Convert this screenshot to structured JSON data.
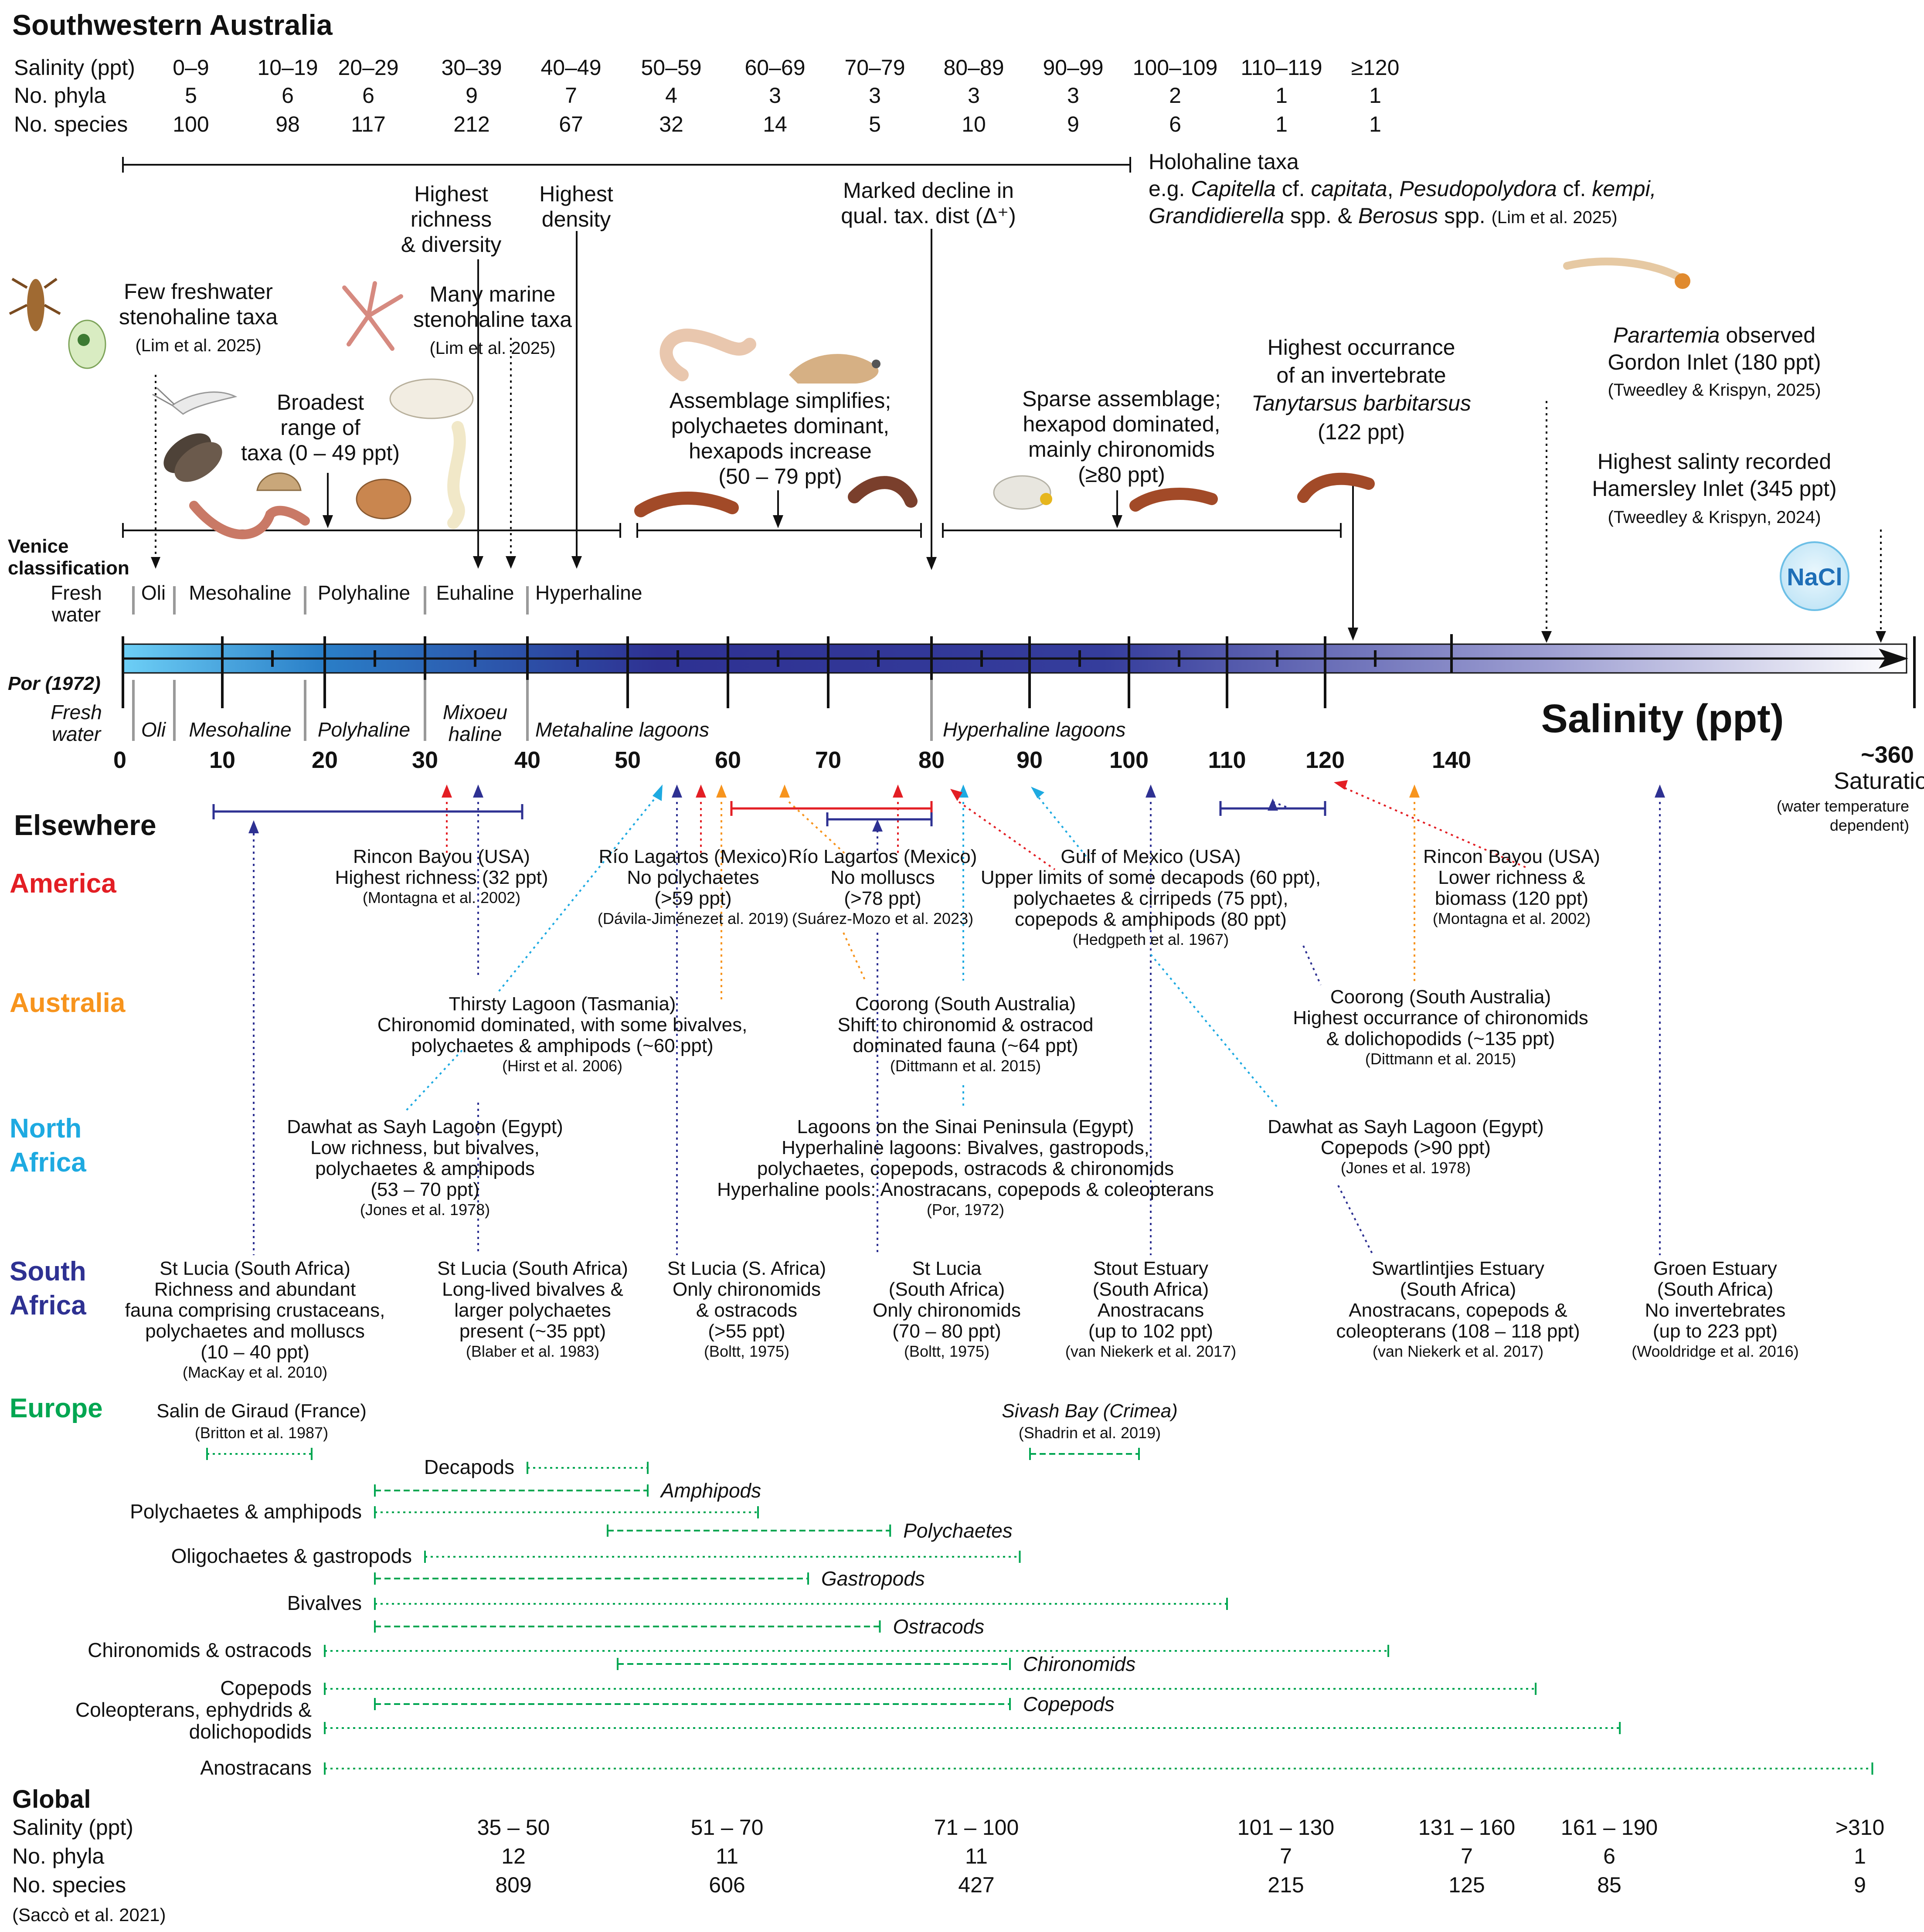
{
  "title": "Southwestern Australia",
  "swa_table": {
    "headers": [
      "Salinity (ppt)",
      "No. phyla",
      "No. species"
    ],
    "columns": [
      "0–9",
      "10–19",
      "20–29",
      "30–39",
      "40–49",
      "50–59",
      "60–69",
      "70–79",
      "80–89",
      "90–99",
      "100–109",
      "110–119",
      "≥120"
    ],
    "phyla": [
      "5",
      "6",
      "6",
      "9",
      "7",
      "4",
      "3",
      "3",
      "3",
      "3",
      "2",
      "1",
      "1"
    ],
    "species": [
      "100",
      "98",
      "117",
      "212",
      "67",
      "32",
      "14",
      "5",
      "10",
      "9",
      "6",
      "1",
      "1"
    ]
  },
  "holohaline": {
    "title": "Holohaline taxa",
    "l1_parts": [
      "e.g. ",
      "Capitella",
      " cf. ",
      "capitata",
      ", ",
      "Pesudopolydora",
      " cf. ",
      "kempi,"
    ],
    "l2_parts": [
      "Grandidierella",
      " spp. & ",
      "Berosus",
      " spp."
    ],
    "ref": "(Lim et al. 2025)"
  },
  "annotations": {
    "freshwater": [
      "Few freshwater",
      "stenohaline taxa"
    ],
    "freshwater_ref": "(Lim et al. 2025)",
    "broadest": [
      "Broadest",
      "range of",
      "taxa (0 – 49 ppt)"
    ],
    "richness": [
      "Highest",
      "richness",
      "& diversity"
    ],
    "density": [
      "Highest",
      "density"
    ],
    "marine": [
      "Many marine",
      "stenohaline  taxa"
    ],
    "marine_ref": "(Lim et al. 2025)",
    "decline": [
      "Marked decline in",
      "qual. tax. dist (Δ⁺)"
    ],
    "simplifies": [
      "Assemblage simplifies;",
      "polychaetes dominant,",
      "hexapods increase",
      "(50 – 79 ppt)"
    ],
    "sparse": [
      "Sparse assemblage;",
      "hexapod dominated,",
      "mainly chironomids",
      "(≥80 ppt)"
    ],
    "highest_occ_lines": [
      "Highest occurrance",
      "of an invertebrate"
    ],
    "highest_occ_species": "Tanytarsus barbitarsus",
    "highest_occ_value": "(122 ppt)",
    "parartemia_genus": "Parartemia",
    "parartemia_rest": " observed",
    "parartemia_site": "Gordon Inlet (180 ppt)",
    "parartemia_ref": "(Tweedley & Krispyn, 2025)",
    "highest_sal": [
      "Highest salinty  recorded",
      "Hamersley Inlet (345 ppt)"
    ],
    "highest_sal_ref": "(Tweedley & Krispyn, 2024)",
    "nacl": "NaCl"
  },
  "venice": {
    "label": [
      "Venice",
      "classification"
    ],
    "classes": [
      "Fresh",
      "water",
      "Oli",
      "Mesohaline",
      "Polyhaline",
      "Euhaline",
      "Hyperhaline"
    ]
  },
  "por": {
    "label": "Por (1972)",
    "classes": [
      "Fresh",
      "water",
      "Oli",
      "Mesohaline",
      "Polyhaline",
      "Mixoeu",
      "haline",
      "Metahaline lagoons",
      "Hyperhaline lagoons"
    ]
  },
  "axis": {
    "title": "Salinity (ppt)",
    "ticks": [
      "0",
      "10",
      "20",
      "30",
      "40",
      "50",
      "60",
      "70",
      "80",
      "90",
      "100",
      "110",
      "120",
      "140"
    ],
    "end_label": "~360",
    "saturation": "Saturation",
    "saturation_note": [
      "(water temperature",
      "dependent)"
    ]
  },
  "elsewhere": {
    "title": "Elsewhere",
    "regions": [
      {
        "name": "America",
        "color": "#e31e24"
      },
      {
        "name": "Australia",
        "color": "#f7941d"
      },
      {
        "name": "North Africa",
        "color": "#1eaae1"
      },
      {
        "name": "South Africa",
        "color": "#2e3192"
      },
      {
        "name": "Europe",
        "color": "#00a651"
      }
    ]
  },
  "studies": {
    "rincon1": {
      "lines": [
        "Rincon Bayou (USA)",
        "Highest richness (32 ppt)"
      ],
      "ref": "(Montagna et al. 2002)"
    },
    "lagartos1": {
      "lines": [
        "Río Lagartos (Mexico)",
        "No polychaetes",
        "(>59 ppt)"
      ],
      "ref": "(Dávila-Jiménezet al. 2019)"
    },
    "lagartos2": {
      "lines": [
        "Río Lagartos (Mexico)",
        "No molluscs",
        "(>78 ppt)"
      ],
      "ref": "(Suárez-Mozo et al. 2023)"
    },
    "gulf": {
      "lines": [
        "Gulf of Mexico (USA)",
        "Upper limits of some decapods (60 ppt),",
        "polychaetes & cirripeds (75 ppt),",
        "copepods & amphipods (80 ppt)"
      ],
      "ref": "(Hedgpeth et al. 1967)"
    },
    "rincon2": {
      "lines": [
        "Rincon Bayou (USA)",
        "Lower richness &",
        "biomass (120 ppt)"
      ],
      "ref": "(Montagna et al. 2002)"
    },
    "thirsty": {
      "lines": [
        "Thirsty Lagoon (Tasmania)",
        "Chironomid dominated, with some bivalves,",
        "polychaetes & amphipods (~60 ppt)"
      ],
      "ref": "(Hirst et al. 2006)"
    },
    "coorong1": {
      "lines": [
        "Coorong (South Australia)",
        "Shift to chironomid & ostracod",
        "dominated fauna (~64 ppt)"
      ],
      "ref": "(Dittmann et al. 2015)"
    },
    "coorong2": {
      "lines": [
        "Coorong (South Australia)",
        "Highest occurrance of chironomids",
        "& dolichopodids (~135 ppt)"
      ],
      "ref": "(Dittmann et al. 2015)"
    },
    "dawhat1": {
      "lines": [
        "Dawhat as Sayh Lagoon (Egypt)",
        "Low richness, but bivalves,",
        "polychaetes & amphipods",
        "(53 – 70 ppt)"
      ],
      "ref": "(Jones et al. 1978)"
    },
    "sinai": {
      "lines": [
        "Lagoons on the Sinai Peninsula (Egypt)",
        "Hyperhaline lagoons: Bivalves, gastropods,",
        "polychaetes, copepods, ostracods & chironomids",
        "Hyperhaline pools: Anostracans, copepods & coleopterans"
      ],
      "ref": "(Por, 1972)"
    },
    "dawhat2": {
      "lines": [
        "Dawhat as Sayh Lagoon (Egypt)",
        "Copepods (>90 ppt)"
      ],
      "ref": "(Jones et al. 1978)"
    },
    "lucia1": {
      "lines": [
        "St Lucia (South Africa)",
        "Richness and abundant",
        "fauna comprising crustaceans,",
        "polychaetes and molluscs",
        "(10 – 40 ppt)"
      ],
      "ref": "(MacKay et al. 2010)"
    },
    "lucia2": {
      "lines": [
        "St Lucia (South Africa)",
        "Long-lived bivalves &",
        "larger polychaetes",
        "present  (~35 ppt)"
      ],
      "ref": "(Blaber et al. 1983)"
    },
    "lucia3": {
      "lines": [
        "St Lucia (S. Africa)",
        "Only chironomids",
        "& ostracods",
        "(>55 ppt)"
      ],
      "ref": "(Boltt, 1975)"
    },
    "lucia4": {
      "lines": [
        "St Lucia",
        "(South Africa)",
        "Only chironomids",
        "(70 – 80 ppt)"
      ],
      "ref": "(Boltt, 1975)"
    },
    "stout": {
      "lines": [
        "Stout Estuary",
        "(South Africa)",
        "Anostracans",
        "(up to 102 ppt)"
      ],
      "ref": "(van Niekerk et al. 2017)"
    },
    "swartlintjies": {
      "lines": [
        "Swartlintjies  Estuary",
        "(South Africa)",
        "Anostracans, copepods &",
        "coleopterans (108 – 118 ppt)"
      ],
      "ref": "(van Niekerk et al. 2017)"
    },
    "groen": {
      "lines": [
        "Groen Estuary",
        "(South Africa)",
        "No invertebrates",
        "(up to 223 ppt)"
      ],
      "ref": "(Wooldridge et al. 2016)"
    }
  },
  "europe": {
    "salin": "Salin de Giraud (France)",
    "salin_ref": "(Britton et al. 1987)",
    "sivash": "Sivash Bay (Crimea)",
    "sivash_ref": "(Shadrin et al. 2019)",
    "ranges": [
      {
        "label": "Decapods",
        "from": 40,
        "to": 52,
        "site": "France"
      },
      {
        "label": "Amphipods",
        "from": 25,
        "to": 52,
        "site": "Crimea"
      },
      {
        "label": "Polychaetes & amphipods",
        "from": 25,
        "to": 63,
        "site": "France"
      },
      {
        "label": "Polychaetes",
        "from": 48,
        "to": 76,
        "site": "Crimea"
      },
      {
        "label": "Oligochaetes & gastropods",
        "from": 30,
        "to": 89,
        "site": "France"
      },
      {
        "label": "Gastropods",
        "from": 25,
        "to": 68,
        "site": "Crimea"
      },
      {
        "label": "Bivalves",
        "from": 25,
        "to": 110,
        "site": "France"
      },
      {
        "label": "Ostracods",
        "from": 25,
        "to": 75,
        "site": "Crimea"
      },
      {
        "label": "Chironomids & ostracods",
        "from": 20,
        "to": 130,
        "site": "France"
      },
      {
        "label": "Chironomids",
        "from": 49,
        "to": 88,
        "site": "Crimea"
      },
      {
        "label": "Copepods",
        "from": 20,
        "to": 180,
        "site": "France"
      },
      {
        "label": "Copepods",
        "from": 25,
        "to": 88,
        "site": "Crimea"
      },
      {
        "label": "Coleopterans, ephydrids & dolichopodids",
        "from": 20,
        "to": 220,
        "site": "France"
      },
      {
        "label": "Anostracans",
        "from": 20,
        "to": 340,
        "site": "France"
      }
    ]
  },
  "global": {
    "title": "Global",
    "headers": [
      "Salinity (ppt)",
      "No. phyla",
      "No. species"
    ],
    "columns": [
      "35 – 50",
      "51 – 70",
      "71 – 100",
      "101 – 130",
      "131 – 160",
      "161 – 190",
      ">310"
    ],
    "phyla": [
      "12",
      "11",
      "11",
      "7",
      "7",
      "6",
      "1"
    ],
    "species": [
      "809",
      "606",
      "427",
      "215",
      "125",
      "85",
      "9"
    ],
    "ref": "(Saccò et al. 2021)"
  },
  "colors": {
    "america": "#e31e24",
    "australia": "#f7941d",
    "north_africa": "#1eaae1",
    "south_africa": "#2e3192",
    "europe": "#00a651",
    "bar_dark": "#2e3192",
    "bar_light": "#6dcff6"
  }
}
